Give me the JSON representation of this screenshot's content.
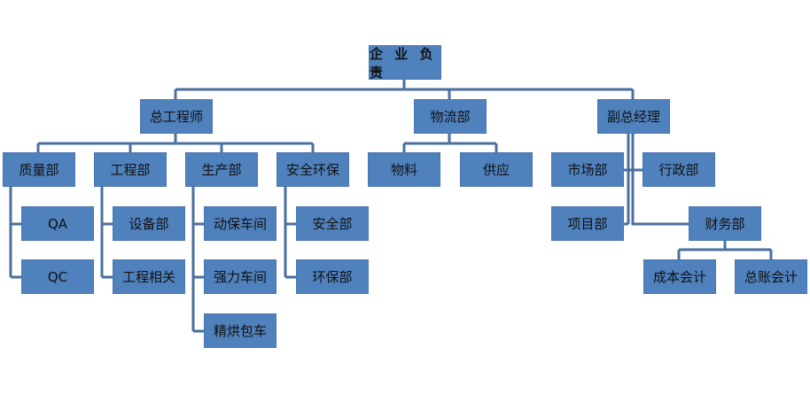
{
  "root": "企 业 负 责",
  "level1": [
    "总工程师",
    "物流部",
    "副总经理"
  ],
  "chief_engineer": {
    "departments": [
      {
        "label": "质量部",
        "children": [
          "QA",
          "QC"
        ]
      },
      {
        "label": "工程部",
        "children": [
          "设备部",
          "工程相关"
        ]
      },
      {
        "label": "生产部",
        "children": [
          "动保车间",
          "强力车间",
          "精烘包车"
        ]
      },
      {
        "label": "安全环保",
        "children": [
          "安全部",
          "环保部"
        ]
      }
    ]
  },
  "logistics": {
    "departments": [
      "物料",
      "供应"
    ]
  },
  "deputy_gm": {
    "departments": [
      "市场部",
      "行政部",
      "项目部"
    ],
    "finance": {
      "label": "财务部",
      "children": [
        "成本会计",
        "总账会计"
      ]
    }
  },
  "colors": {
    "box": "#4f81bd",
    "line": "#4a6fa0"
  }
}
